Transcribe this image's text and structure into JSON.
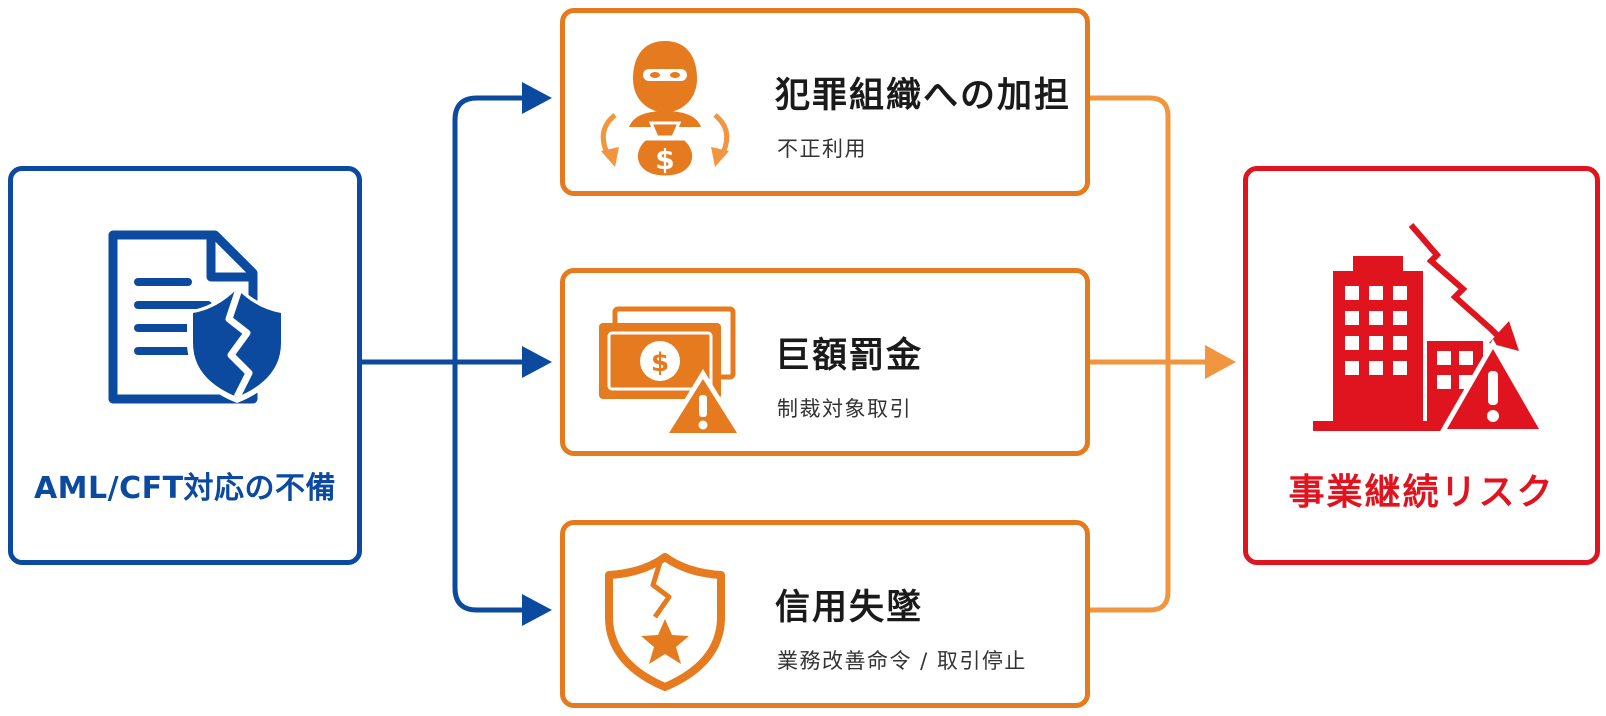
{
  "source": {
    "label": "AML/CFT対応の不備",
    "icon": "broken-shield-document-icon",
    "color": "#0b4a9e"
  },
  "impacts": [
    {
      "title": "犯罪組織への加担",
      "subtitle": "不正利用",
      "icon": "criminal-money-bag-icon"
    },
    {
      "title": "巨額罰金",
      "subtitle": "制裁対象取引",
      "icon": "banknote-warning-icon"
    },
    {
      "title": "信用失墜",
      "subtitle": "業務改善命令 / 取引停止",
      "icon": "cracked-shield-star-icon"
    }
  ],
  "result": {
    "label": "事業継続リスク",
    "icon": "falling-building-warning-icon",
    "color": "#e0141e"
  },
  "colors": {
    "blue": "#0b4a9e",
    "orange": "#e57a1e",
    "red": "#e0141e"
  }
}
